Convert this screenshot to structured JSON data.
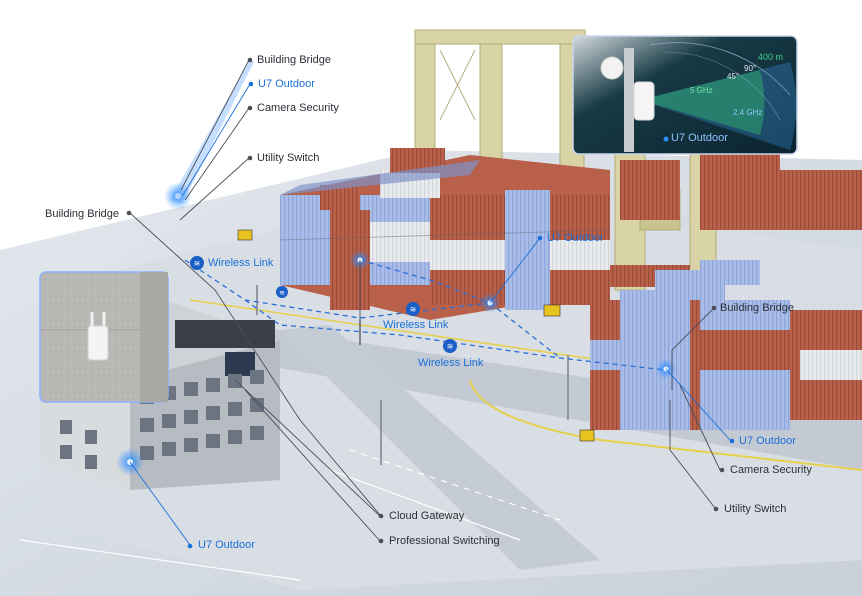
{
  "callouts": {
    "building_bridge_top": "Building Bridge",
    "u7_outdoor_top": "U7 Outdoor",
    "camera_security_top": "Camera Security",
    "utility_switch_top": "Utility Switch",
    "building_bridge_left": "Building Bridge",
    "u7_outdoor_center": "U7 Outdoor",
    "building_bridge_right": "Building Bridge",
    "u7_outdoor_right": "U7 Outdoor",
    "camera_security_right": "Camera Security",
    "utility_switch_right": "Utility Switch",
    "cloud_gateway": "Cloud Gateway",
    "professional_switching": "Professional Switching",
    "u7_outdoor_bottom": "U7 Outdoor"
  },
  "wireless_links": [
    "Wireless Link",
    "Wireless Link",
    "Wireless Link"
  ],
  "coverage_inset": {
    "device_label": "U7 Outdoor",
    "distance": "400 m",
    "angle_90": "90°",
    "angle_45": "45°",
    "band_5ghz": "5 GHz",
    "band_24ghz": "2.4 GHz"
  },
  "colors": {
    "callout_dark": "#2b2f36",
    "callout_blue": "#1a6fd8",
    "leader_line": "#4a4f58",
    "inset_bg": "#0f2d36",
    "coverage_5ghz": "#2ea56b",
    "coverage_24ghz": "#3a8bd1"
  },
  "icons": {
    "wireless_link": "wireless-link-icon",
    "access_point": "u7-outdoor-device-icon"
  }
}
